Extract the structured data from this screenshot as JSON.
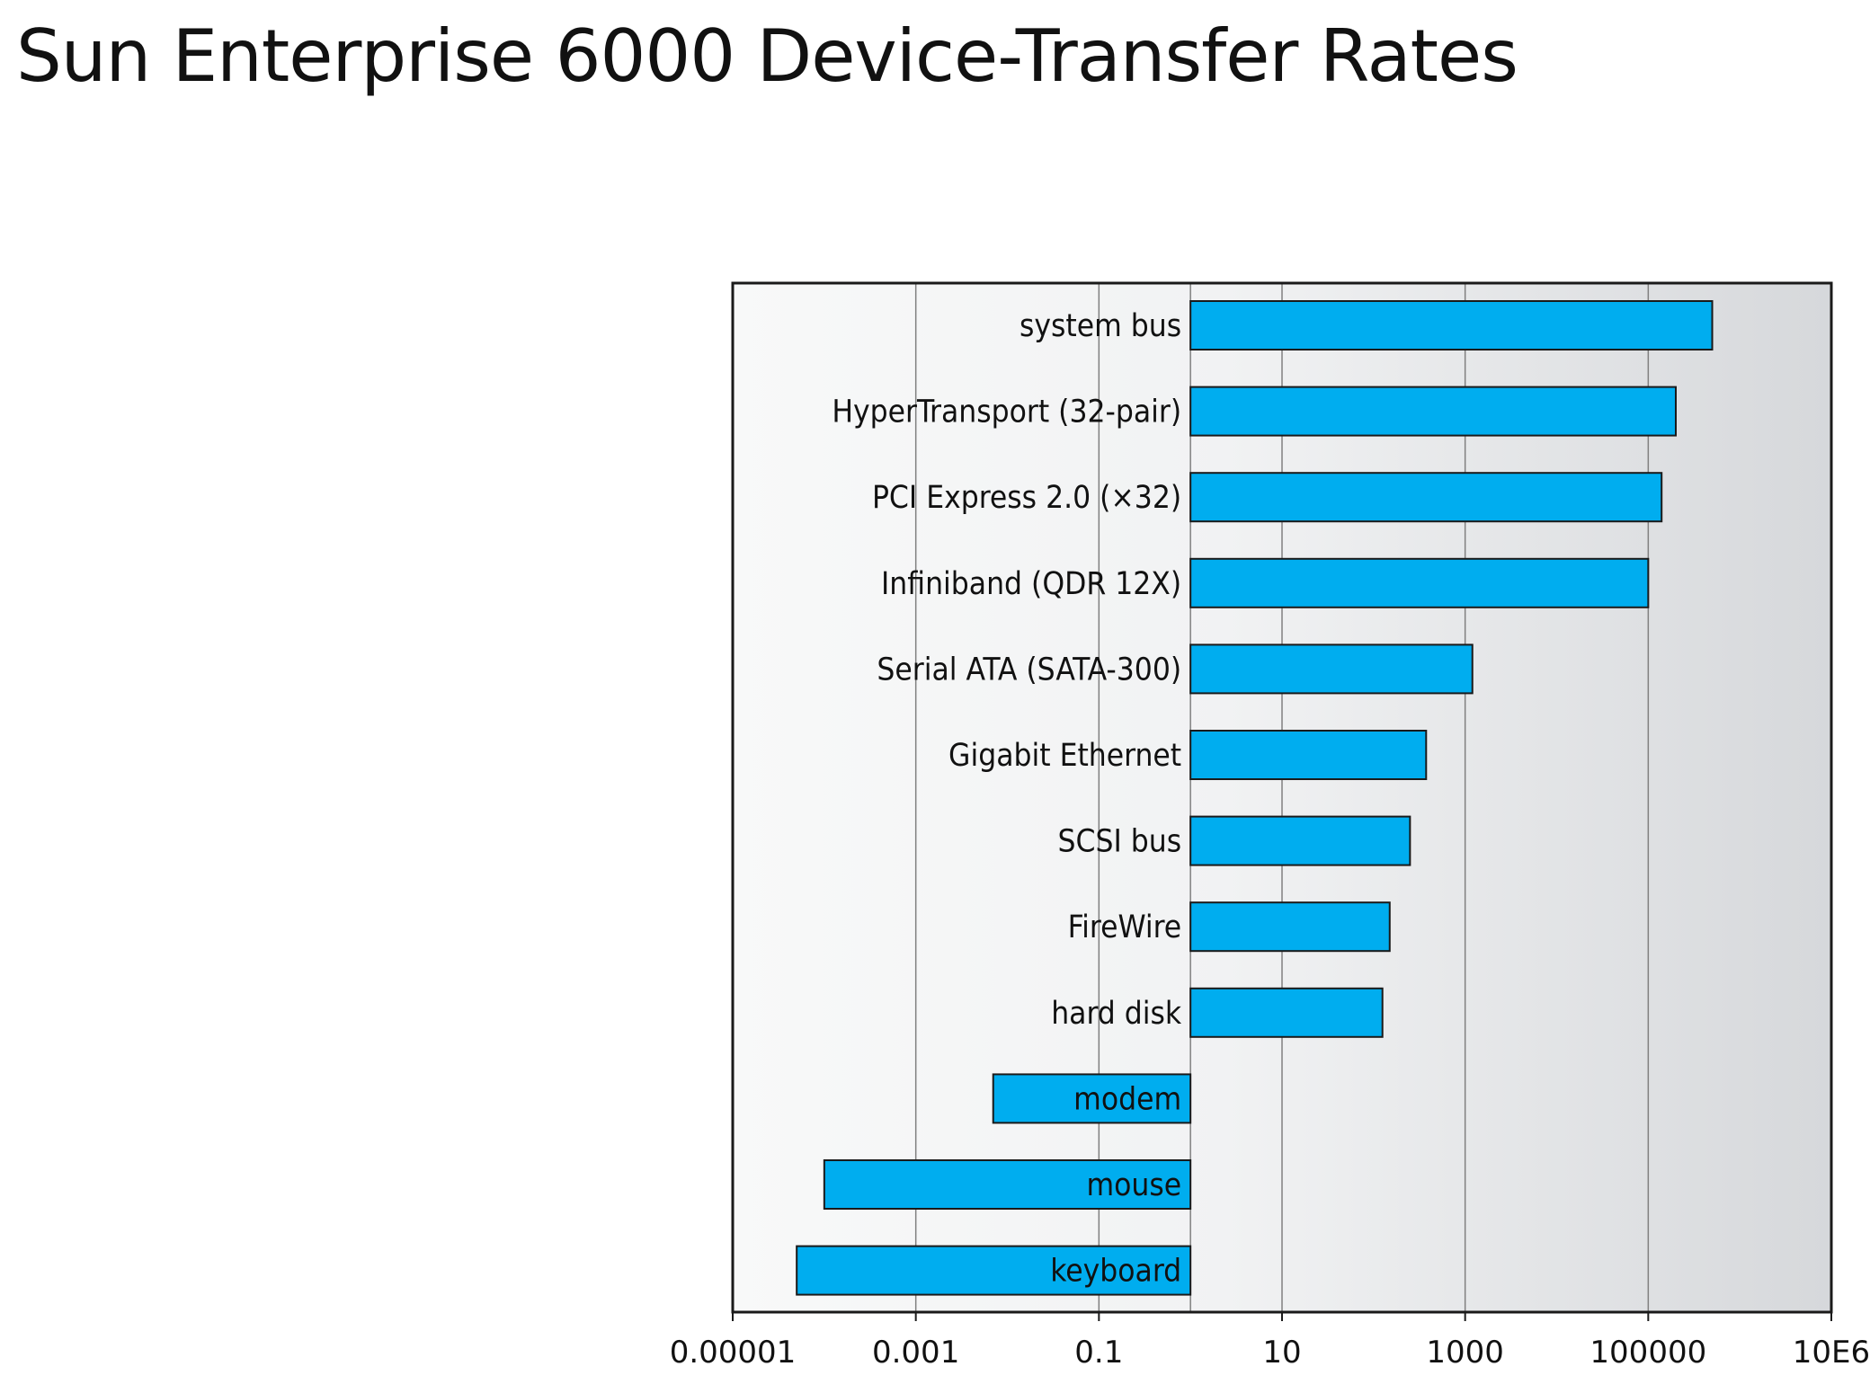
{
  "title": "Sun Enterprise 6000 Device-Transfer Rates",
  "chart_data": {
    "type": "bar",
    "orientation": "horizontal",
    "scale": "log",
    "xlim": [
      1e-05,
      10000000
    ],
    "baseline": 1,
    "tick_values": [
      1e-05,
      0.001,
      0.1,
      10,
      1000,
      100000,
      10000000
    ],
    "tick_labels": [
      "0.00001",
      "0.001",
      "0.1",
      "10",
      "1000",
      "100000",
      "10E6"
    ],
    "grid": true,
    "bar_color": "#00adef",
    "categories": [
      "system bus",
      "HyperTransport (32-pair)",
      "PCI Express 2.0 (×32)",
      "Infiniband (QDR 12X)",
      "Serial ATA (SATA-300)",
      "Gigabit Ethernet",
      "SCSI bus",
      "FireWire",
      "hard disk",
      "modem",
      "mouse",
      "keyboard"
    ],
    "values": [
      500000,
      200000,
      140000,
      100000,
      1200,
      375,
      250,
      150,
      125,
      0.007,
      0.0001,
      5e-05
    ]
  }
}
